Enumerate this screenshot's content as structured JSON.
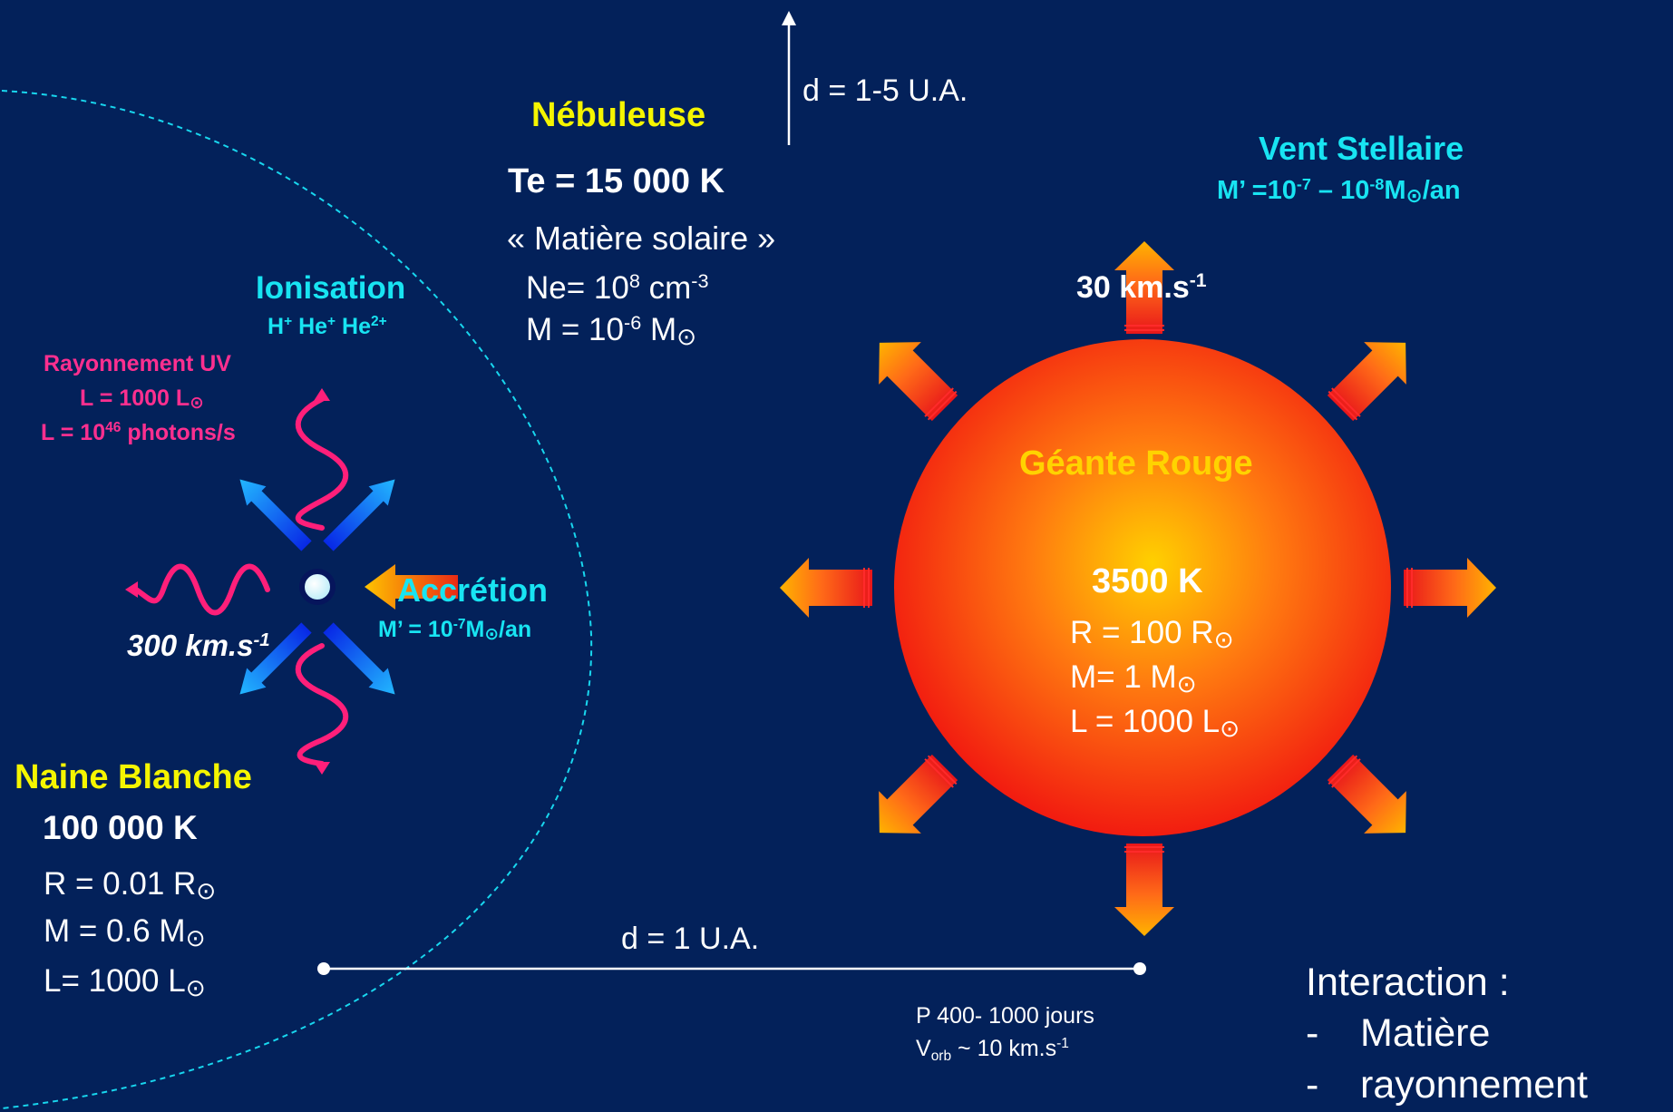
{
  "nebula": {
    "title": "Nébuleuse",
    "temperature": "Te = 15 000 K",
    "composition": "« Matière solaire »",
    "density_prefix": "Ne= 10",
    "density_exp": "8",
    "density_unit": " cm",
    "density_unit_exp": "-3",
    "mass_prefix": "M = 10",
    "mass_exp": "-6",
    "mass_unit": " M",
    "size": "d = 1-5 U.A."
  },
  "stellar_wind": {
    "title": "Vent Stellaire",
    "rate_prefix": "M’ =10",
    "rate_exp1": "-7",
    "rate_mid": " – 10",
    "rate_exp2": "-8",
    "rate_unit": "M",
    "rate_suffix": "/an",
    "speed": "30 km.s",
    "speed_exp": "-1"
  },
  "ionisation": {
    "title": "Ionisation",
    "ion1": "H",
    "ion1_charge": "+",
    "ion2": " He",
    "ion2_charge": "+",
    "ion3": " He",
    "ion3_charge": "2+"
  },
  "uv_radiation": {
    "title": "Rayonnement UV",
    "luminosity": "L = 1000 L",
    "photons_prefix": "L = 10",
    "photons_exp": "46",
    "photons_suffix": " photons/s"
  },
  "accretion": {
    "title": "Accrétion",
    "rate_prefix": "M’ = 10",
    "rate_exp": "-7",
    "rate_unit": "M",
    "rate_suffix": "/an"
  },
  "jet": {
    "speed": "300 km.s",
    "speed_exp": "-1"
  },
  "white_dwarf": {
    "title": "Naine Blanche",
    "temperature": "100 000 K",
    "radius": "R = 0.01 R",
    "mass": "M = 0.6 M",
    "luminosity": "L= 1000 L"
  },
  "red_giant": {
    "title": "Géante Rouge",
    "temperature": "3500 K",
    "radius": "R = 100 R",
    "mass": "M= 1 M",
    "luminosity": "L = 1000 L"
  },
  "separation": {
    "label": "d = 1 U.A.",
    "period": "P 400- 1000 jours",
    "vorb_prefix": "V",
    "vorb_sub": "orb",
    "vorb_suffix": " ~ 10 km.s",
    "vorb_exp": "-1"
  },
  "interaction": {
    "title": "Interaction :",
    "items": [
      "Matière",
      "rayonnement"
    ],
    "bullet": "-"
  },
  "symbols": {
    "sun": "⊙"
  },
  "colors": {
    "background": "#03215a",
    "title_yellow": "#f5f500",
    "cyan": "#18e4f2",
    "uv_pink": "#ff2f8f",
    "giant_title": "#ffd300",
    "jet_blue": "#1a8cff"
  }
}
